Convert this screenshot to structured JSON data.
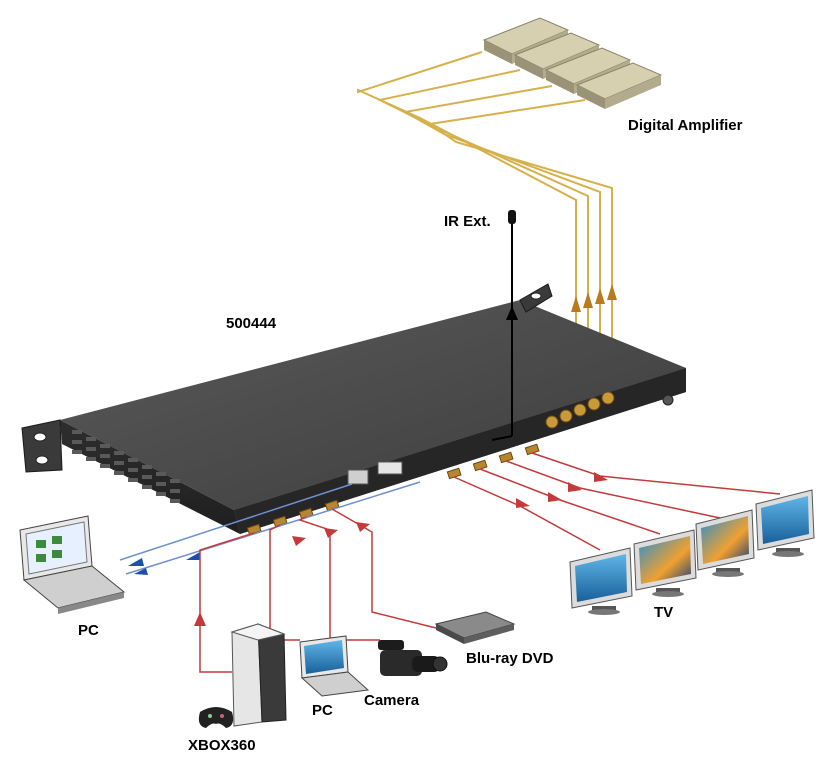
{
  "labels": {
    "model": "500444",
    "ir_ext": "IR Ext.",
    "digital_amplifier": "Digital Amplifier",
    "pc_left": "PC",
    "xbox": "XBOX360",
    "pc_bottom": "PC",
    "camera": "Camera",
    "bluray": "Blu-ray DVD",
    "tv": "TV"
  },
  "colors": {
    "device_body": "#3a3a3a",
    "device_top": "#4a4a4a",
    "device_front": "#2b2b2b",
    "port_gold": "#b8862e",
    "audio_line": "#d6b04a",
    "audio_arrow": "#b97b1c",
    "hdmi_line": "#c43a3a",
    "network_line": "#6f8fd0",
    "network_arrow": "#1f4ea8",
    "amplifier": "#a69f82",
    "background": "#ffffff"
  },
  "icons": {
    "tv": "tv-monitor-icon",
    "laptop": "laptop-icon",
    "console": "xbox360-console-icon",
    "controller": "gamepad-icon",
    "camcorder": "camcorder-icon",
    "player": "bluray-player-icon",
    "antenna": "ir-antenna-icon",
    "amplifier": "amplifier-module-icon"
  }
}
